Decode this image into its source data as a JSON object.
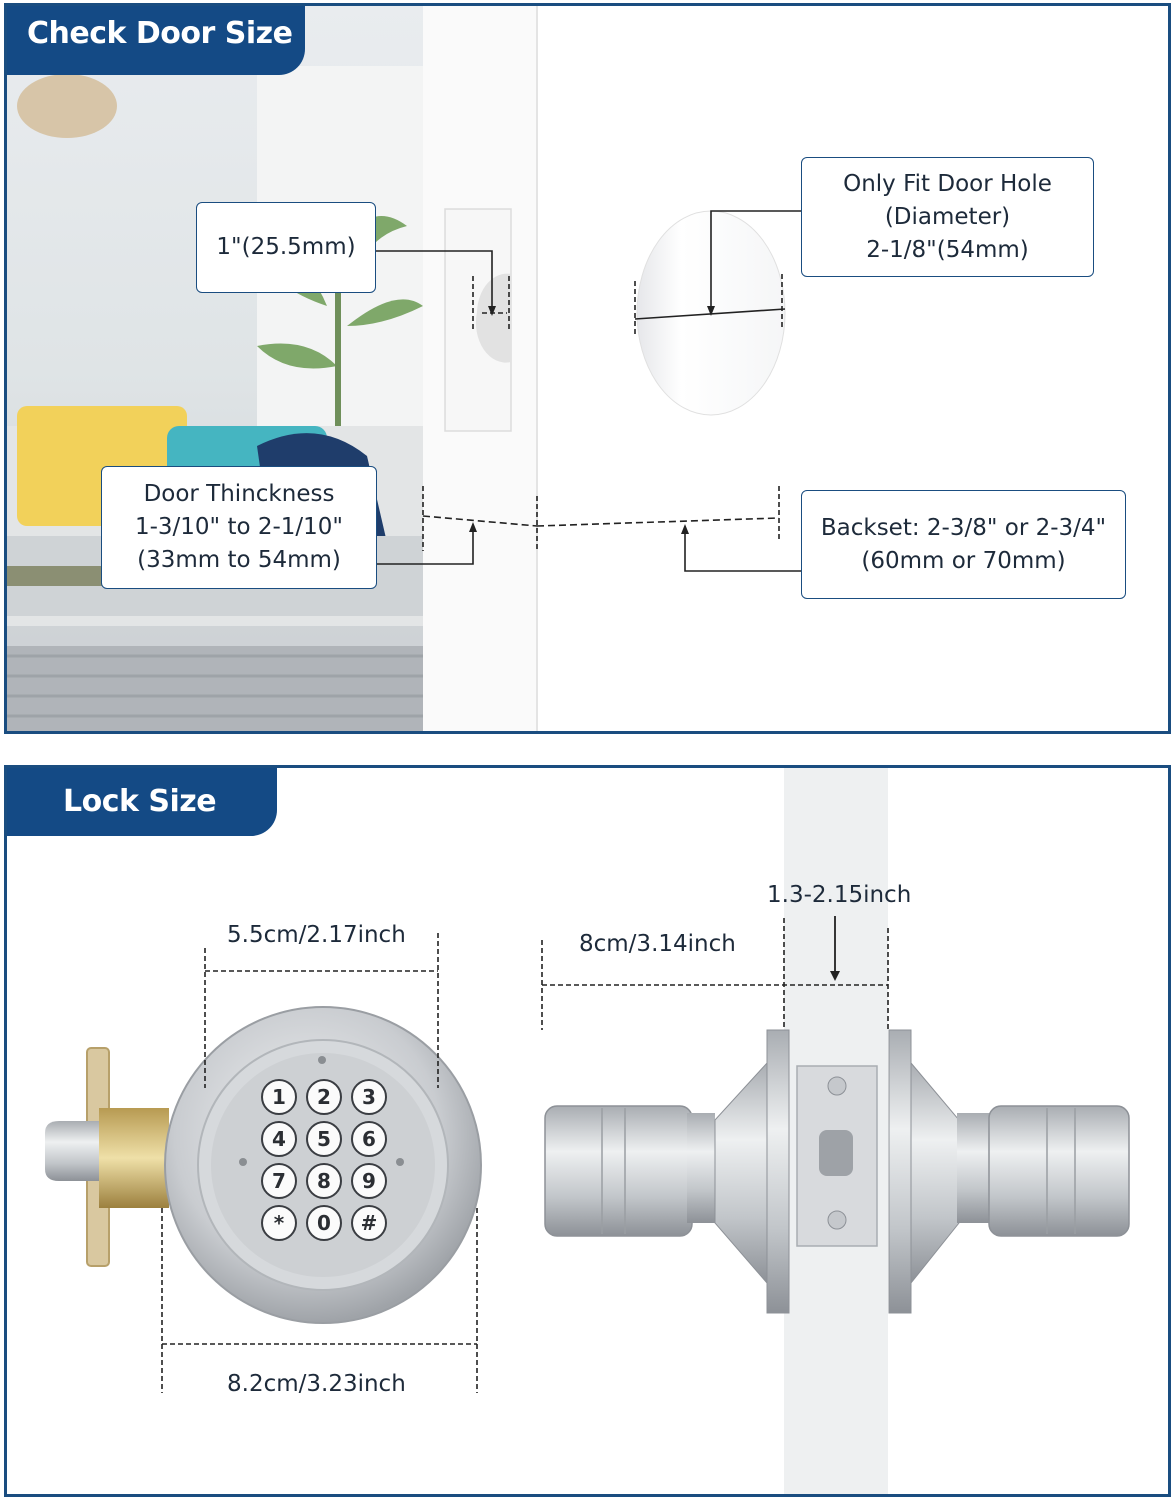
{
  "sections": {
    "check_door_size": {
      "title": "Check Door Size",
      "callouts": {
        "latch_hole": "1\"(25.5mm)",
        "door_hole": [
          "Only Fit Door Hole",
          "(Diameter)",
          "2-1/8\"(54mm)"
        ],
        "door_thickness": [
          "Door Thinckness",
          "1-3/10\" to 2-1/10\"",
          "(33mm to 54mm)"
        ],
        "backset": [
          "Backset: 2-3/8\" or 2-3/4\"",
          "(60mm or 70mm)"
        ]
      }
    },
    "lock_size": {
      "title": "Lock Size",
      "dimensions": {
        "inner_diameter": "5.5cm/2.17inch",
        "outer_diameter": "8.2cm/3.23inch",
        "knob_length": "8cm/3.14inch",
        "door_range": "1.3-2.15inch"
      },
      "keypad": [
        "1",
        "2",
        "3",
        "4",
        "5",
        "6",
        "7",
        "8",
        "9",
        "*",
        "0",
        "#"
      ]
    }
  },
  "colors": {
    "brand": "#144a85",
    "border": "#1a4d80",
    "metal": "#c9ccd0"
  }
}
